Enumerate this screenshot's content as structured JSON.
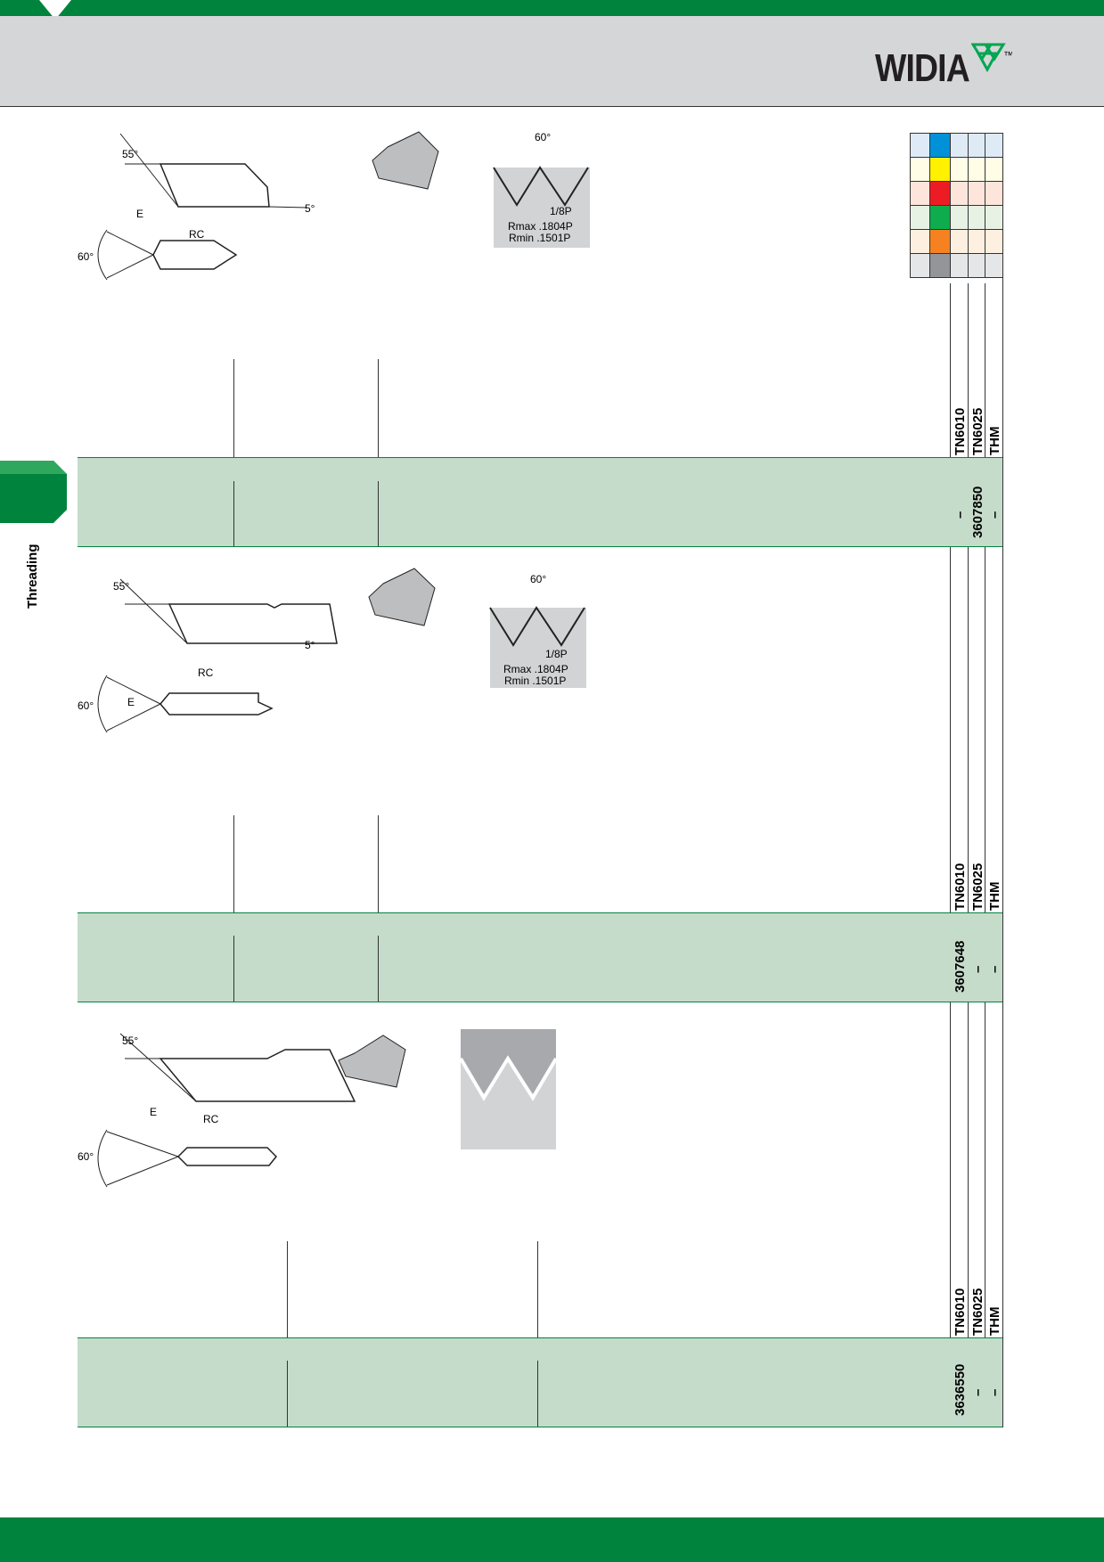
{
  "header": {
    "logo": "WIDIA",
    "tm": "™"
  },
  "side_tab": {
    "label": "Threading"
  },
  "grade_table": {
    "rows": [
      {
        "swatch": "#0091d9",
        "tint": "#dfeaf7"
      },
      {
        "swatch": "#fff100",
        "tint": "#fffde6"
      },
      {
        "swatch": "#ed1c24",
        "tint": "#fde5dc"
      },
      {
        "swatch": "#0fac4d",
        "tint": "#e7f1e4"
      },
      {
        "swatch": "#f68121",
        "tint": "#fef0e1"
      },
      {
        "swatch": "#939598",
        "tint": "#e5e6e7"
      }
    ]
  },
  "sections": [
    {
      "labels": {
        "a55": "55°",
        "a5": "5°",
        "e": "E",
        "rc": "RC",
        "a60": "60°",
        "p60": "60°",
        "p18": "1/8P",
        "rmax": "Rmax .1804P",
        "rmin": "Rmin .1501P"
      },
      "grades": [
        "TN6010",
        "TN6025",
        "THM"
      ],
      "values": [
        "–",
        "3607850",
        "–"
      ]
    },
    {
      "labels": {
        "a55": "55°",
        "a5": "5°",
        "e": "E",
        "rc": "RC",
        "a60": "60°",
        "p60": "60°",
        "p18": "1/8P",
        "rmax": "Rmax .1804P",
        "rmin": "Rmin .1501P"
      },
      "grades": [
        "TN6010",
        "TN6025",
        "THM"
      ],
      "values": [
        "3607648",
        "–",
        "–"
      ]
    },
    {
      "labels": {
        "a55": "55°",
        "e": "E",
        "rc": "RC",
        "a60": "60°"
      },
      "grades": [
        "TN6010",
        "TN6025",
        "THM"
      ],
      "values": [
        "3636550",
        "–",
        "–"
      ]
    }
  ]
}
